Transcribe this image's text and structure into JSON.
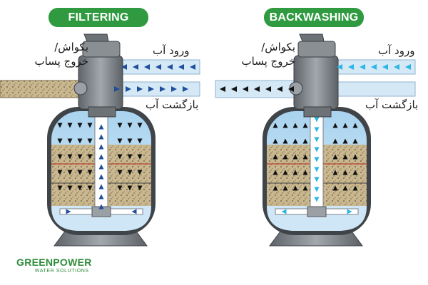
{
  "left_panel": {
    "badge": "FILTERING",
    "label_backwash_waste": "بکواش/\nخروج پساب",
    "label_inlet": "ورود آب",
    "label_return": "بازگشت آب"
  },
  "right_panel": {
    "badge": "BACKWASHING",
    "label_backwash_waste": "بکواش/\nخروج پساب",
    "label_inlet": "ورود آب",
    "label_return": "بازگشت آب"
  },
  "brand": {
    "name": "GREENPOWER",
    "subtitle": "WATER SOLUTIONS"
  },
  "colors": {
    "badge_green": "#2f9a3f",
    "pipe_blue": "#cfe6f6",
    "arrow_dark_blue": "#1f4f9c",
    "arrow_light_blue": "#2bb6e6",
    "arrow_black": "#111111",
    "sand": "#b8a882",
    "valve_gray": "#7d8288"
  }
}
